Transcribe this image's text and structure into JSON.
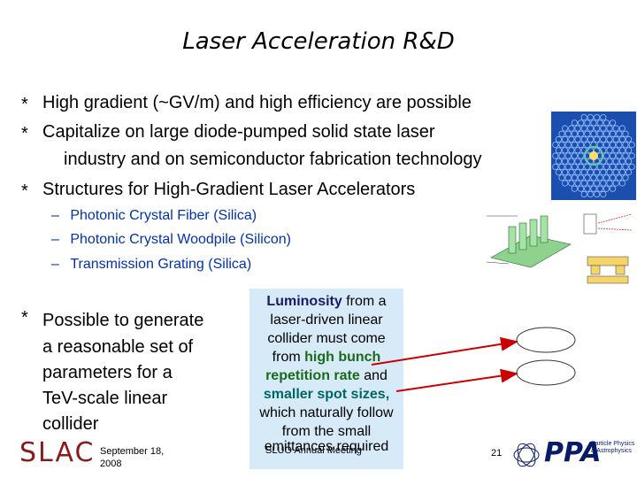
{
  "title": "Laser Acceleration R&D",
  "bullets": [
    {
      "star": "*",
      "lines": [
        "High gradient (~GV/m) and high efficiency are possible"
      ]
    },
    {
      "star": "*",
      "lines": [
        "Capitalize on large diode-pumped solid state laser",
        "industry and on semiconductor fabrication technology"
      ]
    },
    {
      "star": "*",
      "lines": [
        "Structures for High-Gradient Laser Accelerators"
      ]
    }
  ],
  "sub_items": [
    {
      "dash": "–",
      "text": "Photonic Crystal Fiber (Silica)"
    },
    {
      "dash": "–",
      "text": "Photonic Crystal Woodpile (Silicon)"
    },
    {
      "dash": "–",
      "text": "Transmission Grating (Silica)"
    }
  ],
  "bullet4": {
    "star": "*",
    "lines": [
      "Possible to generate",
      "a reasonable set of",
      "parameters for a",
      "TeV-scale linear",
      "collider"
    ]
  },
  "callout": {
    "l1a": "Luminosity",
    "l1b": " from a",
    "l2": "laser-driven linear",
    "l3": "collider must come",
    "l4a": "from ",
    "l4b": "high bunch",
    "l5a": "repetition rate",
    "l5b": " and",
    "l6": "smaller spot sizes,",
    "l7": "which naturally follow",
    "l8": "from the small",
    "l9": "emittances required"
  },
  "footer": {
    "date_line1": "September 18,",
    "date_line2": "2008",
    "meeting": "SLUO Annual Meeting",
    "page": "21",
    "slac": "SLAC",
    "ppa": "PPA",
    "ppa_sub1": "Particle Physics",
    "ppa_sub2": "& Astrophysics"
  },
  "colors": {
    "callout_bg": "#d6eaf8",
    "arrow": "#cc0000",
    "sub_text": "#0033aa"
  }
}
